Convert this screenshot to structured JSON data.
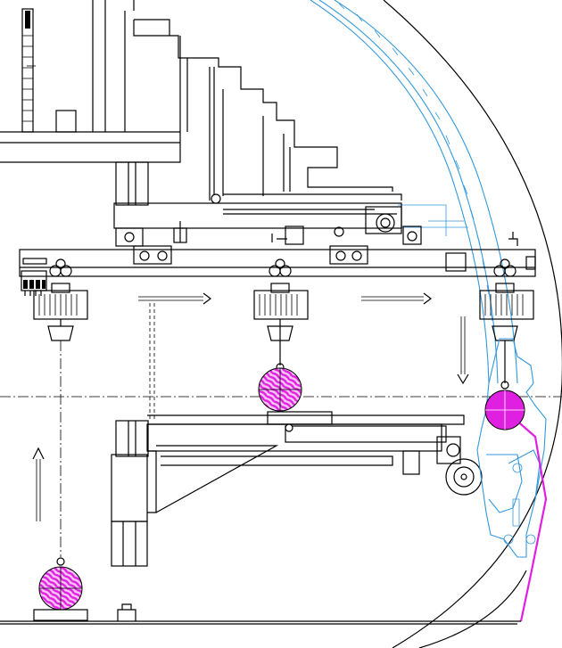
{
  "diagram": {
    "kind": "mechanical-drawing",
    "text_labels": [],
    "colors": {
      "line": "#000000",
      "blue_outline": "#3399dd",
      "magenta": "#e020e0",
      "background": "#ffffff"
    },
    "arrows": [
      "right",
      "right",
      "right",
      "up",
      "down"
    ]
  }
}
